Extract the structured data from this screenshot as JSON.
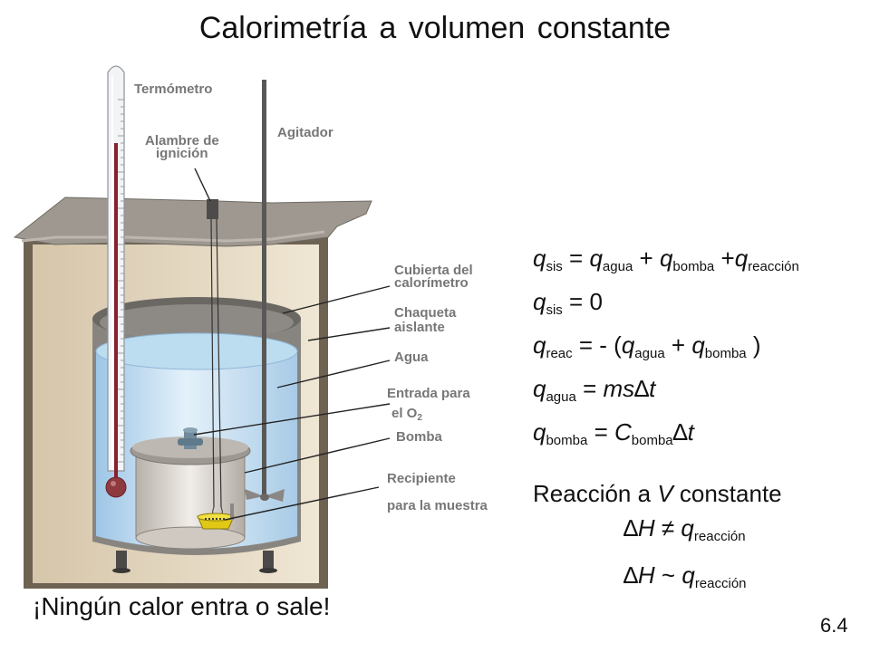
{
  "title": "Calorimetría a volumen constante",
  "labels": {
    "termometro": "Termómetro",
    "agitador": "Agitador",
    "alambre_1": "Alambre de",
    "alambre_2": "ignición",
    "cubierta_1": "Cubierta del",
    "cubierta_2": "calorímetro",
    "chaqueta_1": "Chaqueta",
    "chaqueta_2": "aislante",
    "agua": "Agua",
    "entrada_1": "Entrada para",
    "entrada_2": "el O",
    "entrada_sub": "2",
    "bomba": "Bomba",
    "recipiente_1": "Recipiente",
    "recipiente_2": "para la muestra"
  },
  "equations": {
    "eq1": {
      "q": "q",
      "sis": "sis",
      "eq": " = ",
      "q2": "q",
      "agua": "agua",
      "plus1": " + ",
      "q3": "q",
      "bomba": "bomba",
      "plus2": " +",
      "q4": "q",
      "reaccion": "reacción"
    },
    "eq2": {
      "q": "q",
      "sis": "sis",
      "rest": " = 0"
    },
    "eq3": {
      "q": "q",
      "reac": "reac",
      "mid": " = - (",
      "q2": "q",
      "agua": "agua",
      "plus": " + ",
      "q3": "q",
      "bomba": "bomba",
      "close": " )"
    },
    "eq4": {
      "q": "q",
      "agua": "agua",
      "mid": " = ",
      "ms": "ms",
      "delta": "∆",
      "t": "t"
    },
    "eq5": {
      "q": "q",
      "bomba": "bomba",
      "mid": " = ",
      "C": "C",
      "bomba2": "bomba",
      "delta": "∆",
      "t": "t"
    }
  },
  "subtitle": {
    "prefix": "Reacción a ",
    "V": "V",
    "suffix": " constante"
  },
  "dh1": {
    "delta": "∆",
    "H": "H",
    "op": " ≠ ",
    "q": "q",
    "sub": "reacción"
  },
  "dh2": {
    "delta": "∆",
    "H": "H",
    "op": " ~ ",
    "q": "q",
    "sub": "reacción"
  },
  "note": "¡Ningún calor entra o sale!",
  "page_number": "6.4"
}
